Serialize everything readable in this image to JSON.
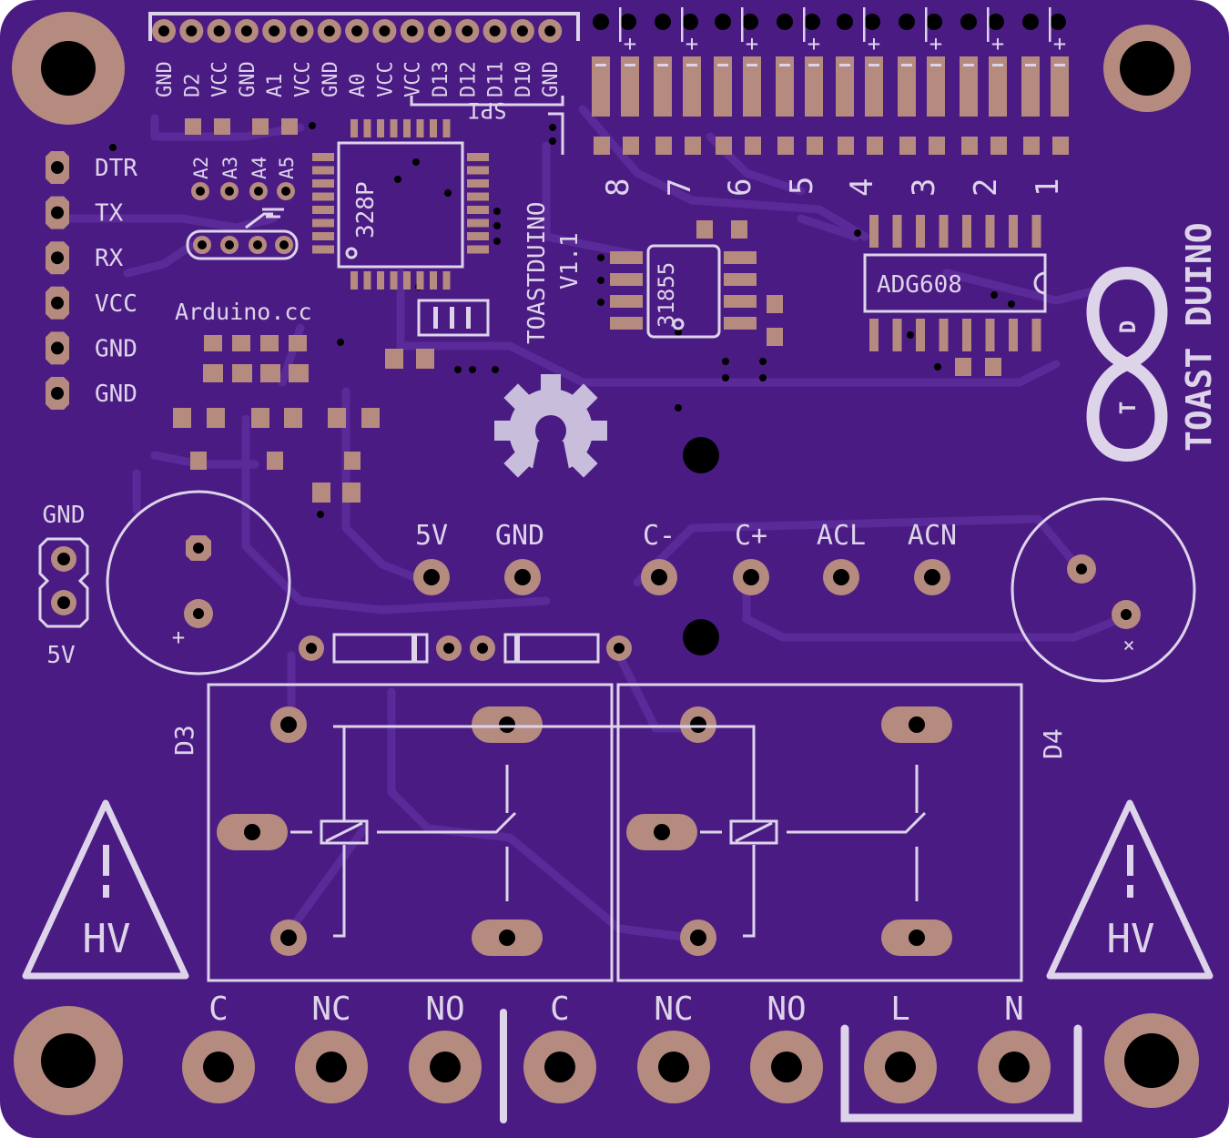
{
  "colors": {
    "board": "#4b1b84",
    "trace": "#5a2a98",
    "silkscreen": "#ddd4ea",
    "pad": "#b58a7f",
    "drill": "#000000"
  },
  "header_top": {
    "labels": [
      "GND",
      "D2",
      "VCC",
      "GND",
      "A1",
      "VCC",
      "GND",
      "A0",
      "VCC",
      "VCC",
      "D13",
      "D12",
      "D11",
      "D10",
      "GND"
    ],
    "spi_label": "SPI"
  },
  "ftdi": {
    "labels": [
      "DTR",
      "TX",
      "RX",
      "VCC",
      "GND",
      "GND"
    ]
  },
  "analog_header": {
    "labels": [
      "A2",
      "A3",
      "A4",
      "A5"
    ]
  },
  "chips": {
    "mcu": "328P",
    "adc": "31855",
    "mux": "ADG608"
  },
  "board_name": {
    "title": "TOASTDUINO",
    "version": "V1.1",
    "brand": "TOAST DUINO",
    "logo_letters": [
      "T",
      "D"
    ],
    "url": "Arduino.cc"
  },
  "thermocouple_channels": {
    "numbers": [
      "8",
      "7",
      "6",
      "5",
      "4",
      "3",
      "2",
      "1"
    ],
    "plus": "+"
  },
  "power_header": {
    "top_label": "GND",
    "bottom_label": "5V"
  },
  "mid_terminals": {
    "labels": [
      "5V",
      "GND",
      "C-",
      "C+",
      "ACL",
      "ACN"
    ]
  },
  "relays": {
    "left": "D3",
    "right": "D4"
  },
  "warnings": {
    "label": "HV"
  },
  "bottom_terminals": {
    "labels": [
      "C",
      "NC",
      "NO",
      "C",
      "NC",
      "NO",
      "L",
      "N"
    ]
  },
  "capacitor_marks": {
    "left": "+",
    "right": "×"
  }
}
